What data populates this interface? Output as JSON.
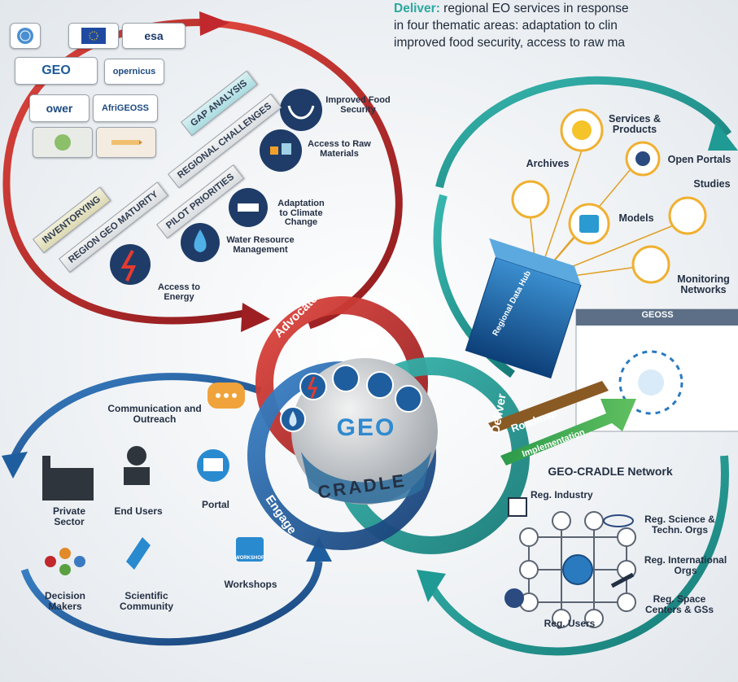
{
  "intro": {
    "line1_lead": "Deliver:",
    "line1_rest": " regional EO services in response",
    "line2": "in four thematic areas: adaptation to clin",
    "line3": "improved food security, access to raw ma"
  },
  "partners": {
    "logos": [
      "esa",
      "GEO",
      "opernicus",
      "ower",
      "AfriGEOSS"
    ]
  },
  "gap_process": {
    "stages": [
      "GAP ANALYSIS",
      "REGIONAL CHALLENGES",
      "PILOT PRIORITIES",
      "REGION GEO MATURITY",
      "INVENTORYING"
    ]
  },
  "thematic_areas": {
    "food": "Improved Food Security",
    "raw": "Access to Raw Materials",
    "climate": "Adaptation to Climate Change",
    "water": "Water Resource Management",
    "energy": "Access to Energy"
  },
  "core": {
    "advocate": "Advocate",
    "engage": "Engage",
    "deliver": "Deliver",
    "geo": "GEO",
    "cradle": "CRADLE"
  },
  "deliver_side": {
    "archives": "Archives",
    "services": "Services & Products",
    "open_portals": "Open Portals",
    "studies": "Studies",
    "models": "Models",
    "monitoring": "Monitoring Networks",
    "data_hub": "Regional Data Hub",
    "geoss": "GEOSS",
    "roadmap": "Roadmap",
    "implementation": "Implementation"
  },
  "network": {
    "title": "GEO-CRADLE Network",
    "industry": "Reg. Industry",
    "science": "Reg. Science & Techn. Orgs",
    "international": "Reg. International Orgs",
    "space": "Reg. Space Centers & GSs",
    "users": "Reg. Users"
  },
  "engage_side": {
    "communication": "Communication and Outreach",
    "private": "Private Sector",
    "end_users": "End Users",
    "portal": "Portal",
    "decision": "Decision Makers",
    "scientific": "Scientific Community",
    "workshops": "Workshops",
    "workshop_badge": "WORKSHOP"
  },
  "colors": {
    "red": "#c0282d",
    "teal": "#1f9a94",
    "blue": "#1f5e9e",
    "navy": "#243044"
  }
}
